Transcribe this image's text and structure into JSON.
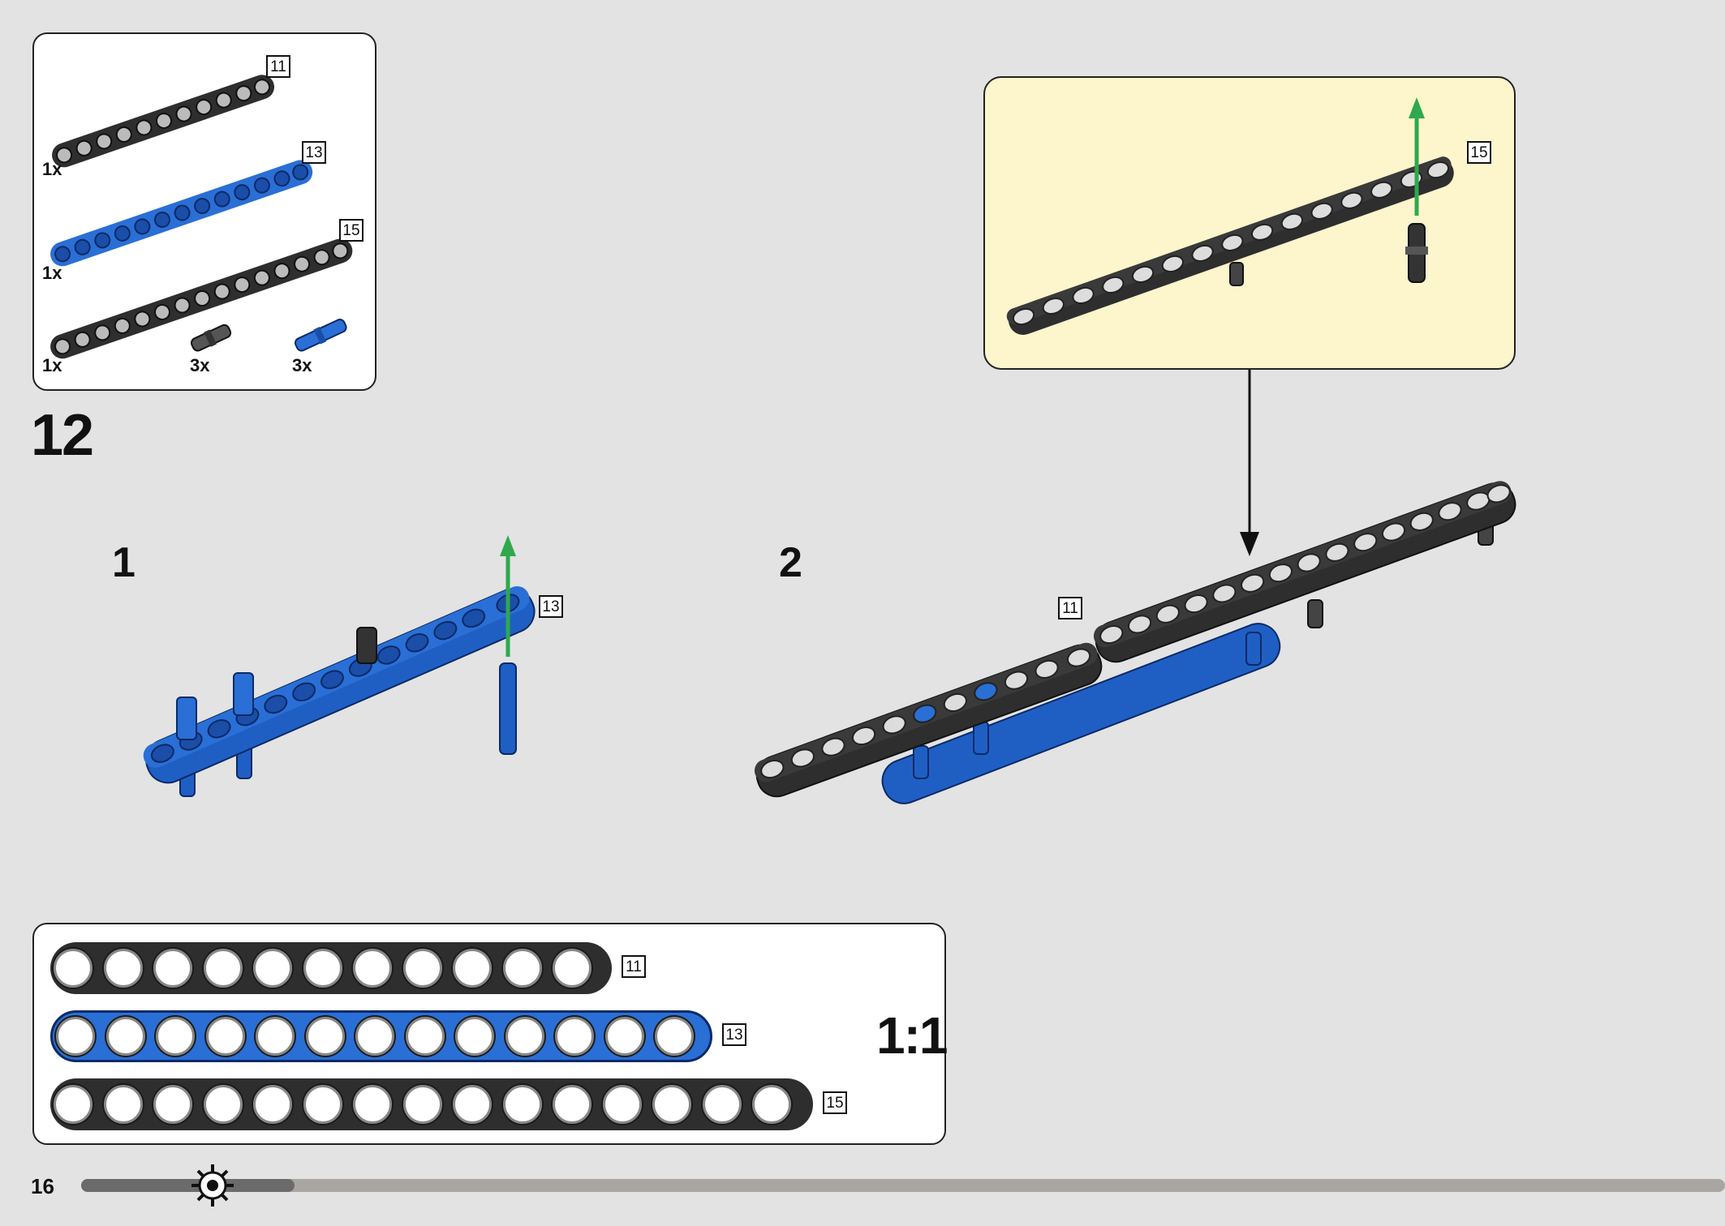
{
  "parts_list": {
    "items": [
      {
        "tag": "11",
        "qty": "1x",
        "color": "#333333"
      },
      {
        "tag": "13",
        "qty": "1x",
        "color": "#2a6fd6"
      },
      {
        "tag": "15",
        "qty": "1x",
        "color": "#333333"
      },
      {
        "tag": "",
        "qty": "3x",
        "color": "#444444"
      },
      {
        "tag": "",
        "qty": "3x",
        "color": "#2a6fd6"
      }
    ]
  },
  "step": {
    "number": "12"
  },
  "substeps": {
    "one": "1",
    "two": "2"
  },
  "callout": {
    "tag": "15"
  },
  "sub1": {
    "tag": "13"
  },
  "sub2": {
    "tag": "11"
  },
  "ruler": {
    "scale_label": "1:1",
    "beams": [
      {
        "tag": "11",
        "holes": 11,
        "color": "#2e2e2e"
      },
      {
        "tag": "13",
        "holes": 13,
        "color": "#2a6fd6"
      },
      {
        "tag": "15",
        "holes": 15,
        "color": "#2e2e2e"
      }
    ]
  },
  "footer": {
    "page_number": "16",
    "progress": 0.13
  },
  "colors": {
    "black_beam": "#2e2e2e",
    "blue_beam": "#2a6fd6",
    "arrow_green": "#2fa84f",
    "callout_bg": "#fdf5cc"
  }
}
